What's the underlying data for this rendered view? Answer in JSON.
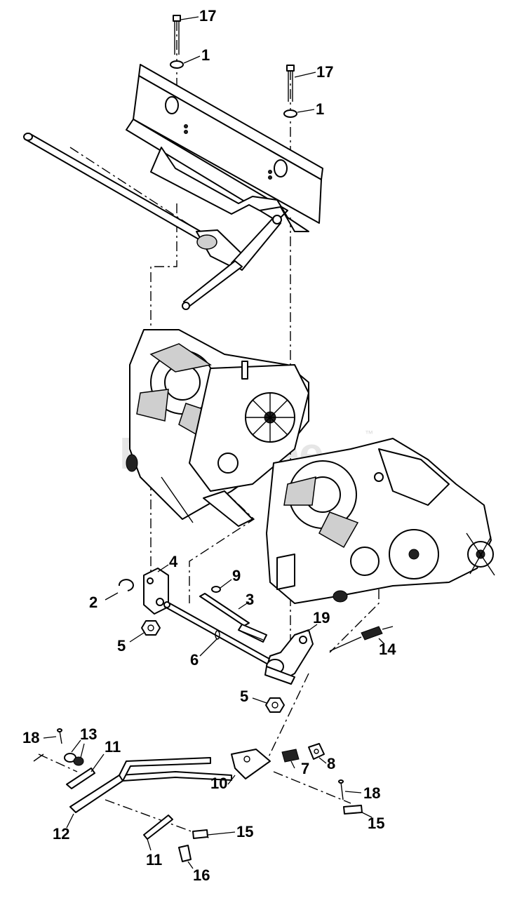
{
  "diagram": {
    "watermark": "PartsTree",
    "watermark_tm": "™",
    "callouts": [
      {
        "id": "c17a",
        "label": "17"
      },
      {
        "id": "c1a",
        "label": "1"
      },
      {
        "id": "c17b",
        "label": "17"
      },
      {
        "id": "c1b",
        "label": "1"
      },
      {
        "id": "c4",
        "label": "4"
      },
      {
        "id": "c2",
        "label": "2"
      },
      {
        "id": "c9",
        "label": "9"
      },
      {
        "id": "c3",
        "label": "3"
      },
      {
        "id": "c5a",
        "label": "5"
      },
      {
        "id": "c6",
        "label": "6"
      },
      {
        "id": "c19",
        "label": "19"
      },
      {
        "id": "c14",
        "label": "14"
      },
      {
        "id": "c5b",
        "label": "5"
      },
      {
        "id": "c18a",
        "label": "18"
      },
      {
        "id": "c13",
        "label": "13"
      },
      {
        "id": "c11a",
        "label": "11"
      },
      {
        "id": "c10",
        "label": "10"
      },
      {
        "id": "c7",
        "label": "7"
      },
      {
        "id": "c8",
        "label": "8"
      },
      {
        "id": "c18b",
        "label": "18"
      },
      {
        "id": "c12",
        "label": "12"
      },
      {
        "id": "c15a",
        "label": "15"
      },
      {
        "id": "c15b",
        "label": "15"
      },
      {
        "id": "c11b",
        "label": "11"
      },
      {
        "id": "c16",
        "label": "16"
      }
    ]
  }
}
